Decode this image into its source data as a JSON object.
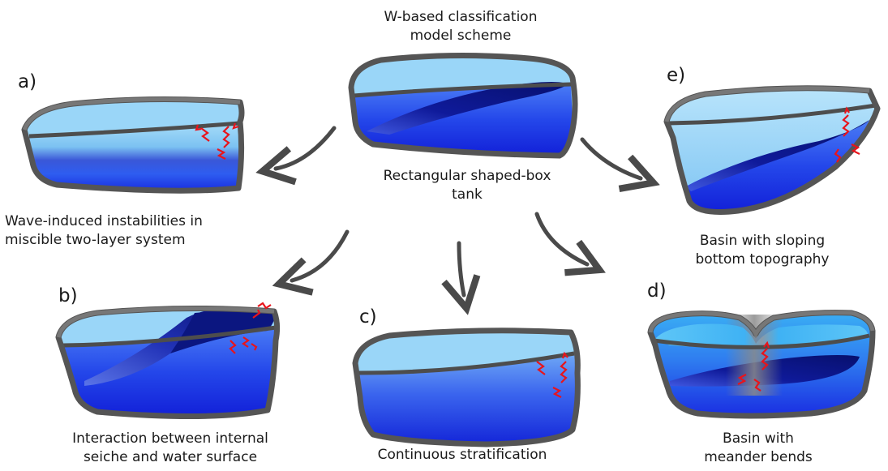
{
  "center": {
    "title_lines": [
      "W-based classification",
      "model scheme"
    ],
    "subtitle_lines": [
      "Rectangular shaped-box",
      "tank"
    ]
  },
  "panels": {
    "a": {
      "letter": "a)",
      "caption_lines": [
        "Wave-induced instabilities in",
        "miscible two-layer system"
      ]
    },
    "b": {
      "letter": "b)",
      "caption_lines": [
        "Interaction between internal",
        "seiche and water surface"
      ]
    },
    "c": {
      "letter": "c)",
      "caption_lines": [
        "Continuous stratification"
      ]
    },
    "d": {
      "letter": "d)",
      "caption_lines": [
        "Basin with",
        "meander bends"
      ]
    },
    "e": {
      "letter": "e)",
      "caption_lines": [
        "Basin with sloping",
        "bottom topography"
      ]
    }
  },
  "colors": {
    "surface": "#8ad4fa",
    "water_light": "#8fd2f7",
    "water_mid": "#2f63f0",
    "water_deep": "#0f1fd8",
    "interface": "#0b1a8c",
    "frame": "#555555",
    "arrow": "#4a4a4a",
    "wave_marker": "#e8141b"
  },
  "icons": {
    "arrow": "curved-arrow",
    "wave": "red-zigzag-double-arrow"
  }
}
